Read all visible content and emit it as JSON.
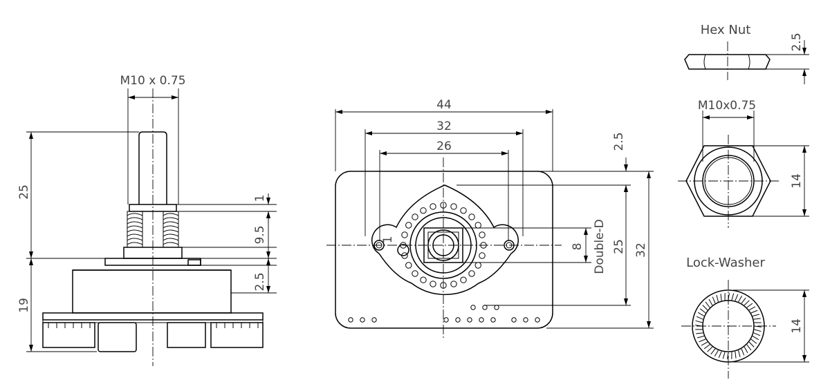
{
  "side_view": {
    "thread_label": "M10 x 0.75",
    "dim_height_shaft": "25",
    "dim_height_body": "19",
    "dim_a": "1",
    "dim_b": "9.5",
    "dim_c": "2.5"
  },
  "front_view": {
    "dim_44": "44",
    "dim_32": "32",
    "dim_26": "26",
    "dim_top": "2.5",
    "dim_8": "8",
    "dim_25": "25",
    "dim_32v": "32",
    "double_d": "Double-D",
    "pin1": "1"
  },
  "hex_nut": {
    "title": "Hex Nut",
    "dim_thickness": "2.5",
    "thread_label": "M10x0.75",
    "dim_14": "14"
  },
  "lock_washer": {
    "title": "Lock-Washer",
    "dim_14": "14"
  }
}
